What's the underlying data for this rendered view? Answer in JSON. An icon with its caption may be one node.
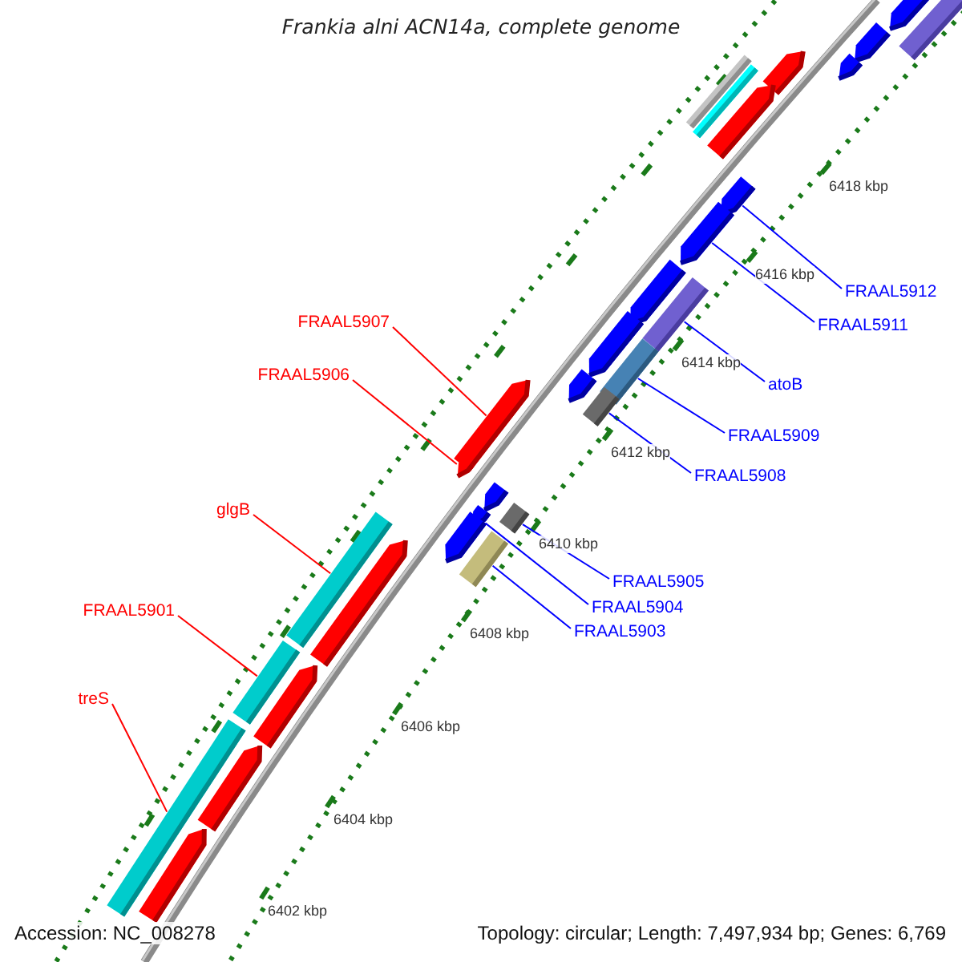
{
  "diagram": {
    "title": "Frankia alni ACN14a, complete genome",
    "nodes": [
      {
        "text": [
          "FRAAL5912"
        ]
      },
      {
        "text": [
          "FRAAL5907"
        ]
      },
      {
        "text": [
          "FRAAL5911"
        ]
      },
      {
        "text": [
          "FRAAL5906"
        ]
      },
      {
        "text": [
          "atoB"
        ]
      },
      {
        "text": [
          "FRAAL5909"
        ]
      },
      {
        "text": [
          "FRAAL5908"
        ]
      },
      {
        "text": [
          "glgB"
        ]
      },
      {
        "text": [
          "FRAAL5905"
        ]
      },
      {
        "text": [
          "FRAAL5904"
        ]
      },
      {
        "text": [
          "FRAAL5901"
        ]
      },
      {
        "text": [
          "FRAAL5903"
        ]
      },
      {
        "text": [
          "treS"
        ]
      },
      {
        "text": [],
        "shape": "bar"
      },
      {
        "text": [],
        "shape": "pentagon"
      },
      {
        "text": [],
        "shape": "pentagon"
      },
      {
        "text": [],
        "shape": "pentagon"
      },
      {
        "text": [],
        "shape": "pentagon"
      },
      {
        "text": [],
        "shape": "bar"
      },
      {
        "text": [],
        "shape": "bar"
      },
      {
        "text": [],
        "shape": "pentagon"
      },
      {
        "text": [],
        "shape": "pentagon"
      },
      {
        "text": [],
        "shape": "pentagon"
      },
      {
        "text": [],
        "shape": "pentagon"
      },
      {
        "text": [],
        "shape": "bar"
      },
      {
        "text": [],
        "shape": "pentagon"
      },
      {
        "text": [],
        "shape": "bar"
      },
      {
        "text": [],
        "shape": "pentagon"
      },
      {
        "text": [],
        "shape": "pentagon"
      },
      {
        "text": [],
        "shape": "bar"
      },
      {
        "text": [],
        "shape": "pentagon"
      },
      {
        "text": [],
        "shape": "pentagon"
      },
      {
        "text": [],
        "shape": "bar"
      },
      {
        "text": [],
        "shape": "pentagon"
      },
      {
        "text": [],
        "shape": "bar"
      },
      {
        "text": [],
        "shape": "pentagon"
      },
      {
        "text": [],
        "shape": "bar"
      },
      {
        "text": [],
        "shape": "pentagon"
      },
      {
        "text": [],
        "shape": "bar"
      },
      {
        "text": [],
        "shape": "pentagon"
      },
      {
        "text": [],
        "shape": "bar"
      },
      {
        "text": [],
        "shape": "pentagon"
      },
      {
        "text": [],
        "shape": "pentagon"
      }
    ],
    "edges": [
      {
        "from": 0,
        "to": 21,
        "arrow": "none"
      },
      {
        "from": 1,
        "to": 28,
        "arrow": "none",
        "color": "#ff0000"
      },
      {
        "from": 2,
        "to": 22,
        "arrow": "none"
      },
      {
        "from": 3,
        "to": 30,
        "arrow": "none",
        "color": "#ff0000"
      },
      {
        "from": 4,
        "to": 24,
        "arrow": "none"
      },
      {
        "from": 5,
        "to": 26,
        "arrow": "none"
      },
      {
        "from": 6,
        "to": 29,
        "arrow": "none"
      },
      {
        "from": 7,
        "to": 34,
        "arrow": "none",
        "color": "#ff0000"
      },
      {
        "from": 8,
        "to": 32,
        "arrow": "none"
      },
      {
        "from": 9,
        "to": 33,
        "arrow": "none"
      },
      {
        "from": 10,
        "to": 38,
        "arrow": "none",
        "color": "#ff0000"
      },
      {
        "from": 11,
        "to": 36,
        "arrow": "none"
      },
      {
        "from": 12,
        "to": 40,
        "arrow": "none",
        "color": "#ff0000"
      }
    ],
    "labels": [
      "6418 kbp",
      "6416 kbp",
      "6414 kbp",
      "6412 kbp",
      "6410 kbp",
      "6408 kbp",
      "6406 kbp",
      "6404 kbp",
      "6402 kbp",
      "Accession: NC_008278",
      "Topology: circular; Length: 7,497,934 bp; Genes: 6,769"
    ]
  }
}
